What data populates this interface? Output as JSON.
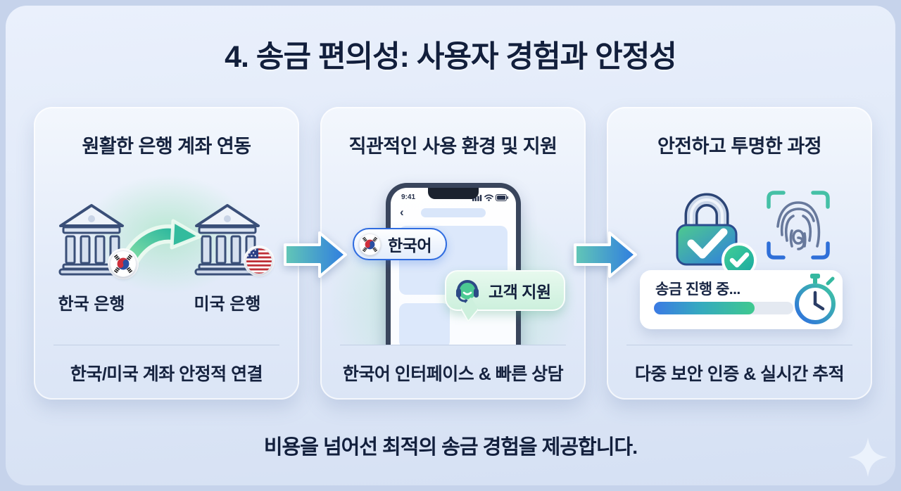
{
  "title": "4. 송금 편의성: 사용자 경험과 안정성",
  "caption": "비용을 넘어선 최적의 송금 경험을 제공합니다.",
  "cards": [
    {
      "header": "원활한 은행 계좌 연동",
      "bank_left": "한국 은행",
      "bank_right": "미국 은행",
      "footer": "한국/미국 계좌 안정적 연결"
    },
    {
      "header": "직관적인 사용 환경 및 지원",
      "phone_time": "9:41",
      "language_chip": "한국어",
      "support_chip": "고객 지원",
      "footer": "한국어 인터페이스 & 빠른 상담"
    },
    {
      "header": "안전하고 투명한 과정",
      "progress": {
        "label": "송금 진행 중...",
        "percent": 72
      },
      "footer": "다중 보안 인증 & 실시간 추적"
    }
  ],
  "icons": {
    "bank": "classical bank building",
    "korea_flag": "south-korea flag roundel",
    "usa_flag": "usa flag roundel",
    "transfer_arrow": "curved green swoosh arrow",
    "flow_arrow": "teal-to-blue block arrow",
    "back_chevron": "‹",
    "signal": "cellular bars",
    "wifi": "wifi fan",
    "battery": "battery",
    "headset": "customer-support headset face",
    "lock": "padlock with checkmark",
    "check_badge": "circular check badge",
    "fingerprint": "fingerprint in scan frame",
    "stopwatch": "stopwatch clock",
    "sparkle": "four-point star"
  },
  "colors": {
    "outer_bg": "#c6d3eb",
    "panel_bg": "#e0e9f8",
    "card_bg": "#e8effb",
    "navy_text": "#16233f",
    "accent_blue": "#2f7de0",
    "accent_green": "#3fc98f",
    "mint_glow": "#cdeede",
    "chip_border_blue": "#2f6ce0",
    "support_chip_bg": "#cdf0dd",
    "progress_track": "#e4e9f1"
  }
}
